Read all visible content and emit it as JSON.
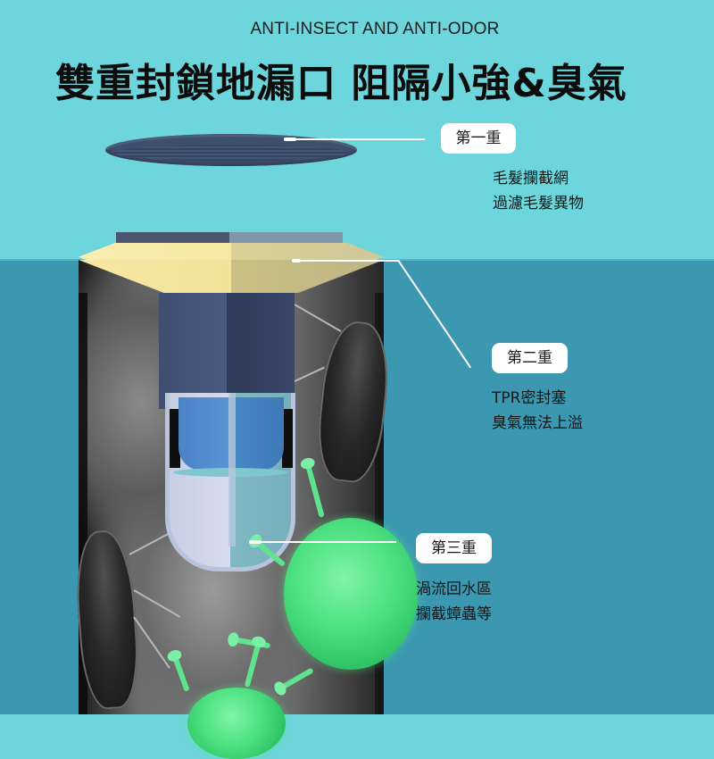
{
  "header": {
    "subtitle": "ANTI-INSECT AND ANTI-ODOR",
    "headline": "雙重封鎖地漏口  阻隔小強&臭氣"
  },
  "colors": {
    "background_top": "#6dd6dc",
    "background_bottom": "#3c98b1",
    "label_bg": "#ffffff",
    "text": "#151515",
    "cap_yellow": "#f6e9a3",
    "stem_navy": "#404e72",
    "virus_green": "#4be07f"
  },
  "layers": [
    {
      "badge": "第一重",
      "lines": [
        "毛髮攔截網",
        "過濾毛髮異物"
      ],
      "component": "hair-filter-disc"
    },
    {
      "badge": "第二重",
      "lines": [
        "TPR密封塞",
        "臭氣無法上溢"
      ],
      "component": "tpr-seal-plug"
    },
    {
      "badge": "第三重",
      "lines": [
        "渦流回水區",
        "攔截蟑蟲等"
      ],
      "component": "water-trap-basket"
    }
  ],
  "illustration": {
    "product": "floor-drain-insert",
    "elements": [
      "hair-filter-disc",
      "yellow-cap",
      "navy-stem",
      "blue-plug",
      "water-basket",
      "cockroaches",
      "green-viruses",
      "grey-odor-smoke"
    ]
  }
}
